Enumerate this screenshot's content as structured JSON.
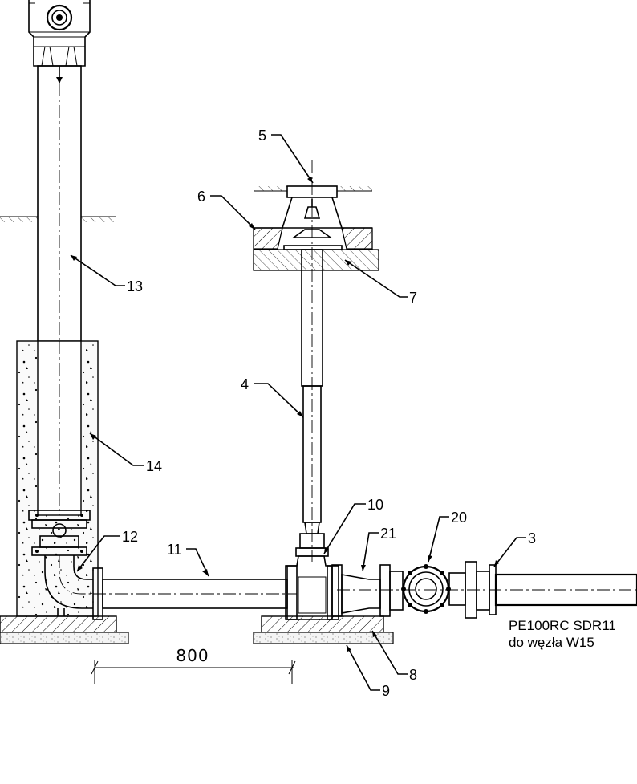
{
  "labels": [
    {
      "id": "3",
      "text": "3"
    },
    {
      "id": "4",
      "text": "4"
    },
    {
      "id": "5",
      "text": "5"
    },
    {
      "id": "6",
      "text": "6"
    },
    {
      "id": "7",
      "text": "7"
    },
    {
      "id": "8",
      "text": "8"
    },
    {
      "id": "9",
      "text": "9"
    },
    {
      "id": "10",
      "text": "10"
    },
    {
      "id": "11",
      "text": "11"
    },
    {
      "id": "12",
      "text": "12"
    },
    {
      "id": "13",
      "text": "13"
    },
    {
      "id": "14",
      "text": "14"
    },
    {
      "id": "20",
      "text": "20"
    },
    {
      "id": "21",
      "text": "21"
    }
  ],
  "dimension": {
    "value": "800"
  },
  "pipe_note": {
    "line1": "PE100RC SDR11",
    "line2": "do węzła W15"
  }
}
